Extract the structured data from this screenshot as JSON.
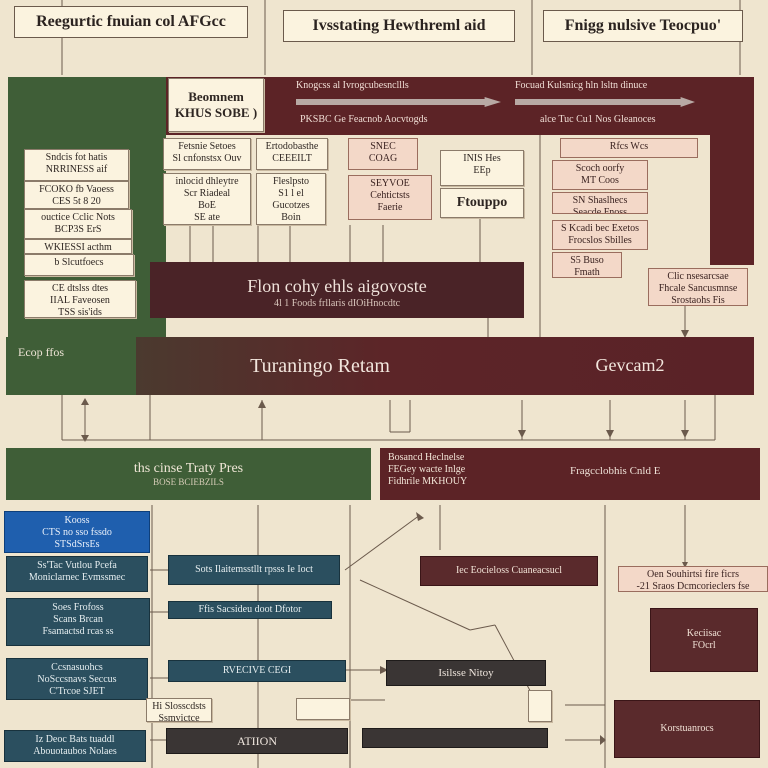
{
  "headers": [
    "Reegurtic fnuian col AFGcc",
    "Ivsstating Hewthreml aid",
    "Fnigg nulsive Teocpuo'"
  ],
  "top_section": {
    "title_card": "Beomnem\nKHUS SOBE )",
    "arrow_label_1": "Knogcss al Ivrogcubesncllls",
    "arrow_label_2": "Focuad Kulsnicg hln lsltn dinuce",
    "sub_label_1": "PKSBC Ge Feacnob Aocvtogds",
    "sub_label_2": "alce Tuc Cu1 Nos Gleanoces",
    "left_stack": [
      "Sndcis fot hatis\nNRRINESS aif",
      "FCOKO fb Vaoess\nCES 5t 8 20",
      "ouctice Cclic Nots\nBCP3S ErS",
      "WKIESSI acthm",
      "b Slcutfoecs",
      "CE dtslss dtes\nIIAL Faveosen\nTSS sis'ids"
    ],
    "cards_a": [
      "Fetsnie Setoes\nSl cnfonstsx Ouv",
      "inlocid dhleytre\nScr Riadeal\nBoE\nSE ate",
      "Ertodobasthe\nCEEEILT",
      "Fleslpsto\nS1 l el\nGucotzes\nBoin"
    ],
    "cards_b": [
      "SNEC\nCOAG",
      "SEYVOE\nCehtictsts\nFaerie"
    ],
    "cards_c": [
      "INIS Hes\nEEp",
      "Ftouppo"
    ],
    "pink_list": [
      "Rfcs Wcs",
      "Scoch oorfy\nMT Coos",
      "SN Shaslhecs\nSeacde Fnoss",
      "S Kcadi bec Exetos\nFrocslos Sbilles",
      "S5 Buso\nFmath"
    ],
    "pink_side": "Clic nsesarcsae\nFhcale Sancusmnse\nSrostaohs Fis",
    "middle_bar": {
      "title": "Flon cohy ehls aigovoste",
      "subtitle": "4l 1 Foods frllaris dIOiHnocdtc"
    }
  },
  "main_band": {
    "left_label": "Ecop ffos",
    "center": "Turaningo Retam",
    "right": "Gevcam2"
  },
  "second_row": {
    "green_title": "ths cinse Traty Pres",
    "green_sub": "BOSE BCIEBZILS",
    "maroon_left": "Bosancd Heclnelse\nFEGey wacte Inlge\nFidhrile MKHOUY",
    "maroon_right": "Fragcclobhis Cnld E"
  },
  "bottom": {
    "blue_box": "Kooss\nCTS no sso fssdo\nSTSdSrsEs",
    "left_teal": [
      "Ss'Tac Vutlou Pcefa\nMoniclarnec Evmssmec",
      "Soes Frofoss\nScans Brcan\nFsamactsd rcas ss",
      "Ccsnasuohcs\nNoSccsnavs Seccus\nC'Trcoe SJET",
      "Iz Deoc Bats tuaddl\nAbouotaubos Nolaes"
    ],
    "mid_teal": [
      "Sots Ilaitemsstllt rpsss Ie Ioct",
      "Ffis Sacsideu doot Dfotor",
      "RVECIVE CEGI"
    ],
    "mid_paper": "Hi Slosscdsts\nSsmvictce",
    "atin": "ATIION",
    "mid_maroon": "Iec Eocieloss Cuaneacsucl",
    "mid_dark": "Isilsse Nitoy",
    "right_paper": "Oen Souhirtsi fire ficrs\n-21 Sraos Dcmcorieclers fse",
    "right_maroon_1": "Keciisac\nFOcrl",
    "right_maroon_2": "Korstuanrocs"
  }
}
